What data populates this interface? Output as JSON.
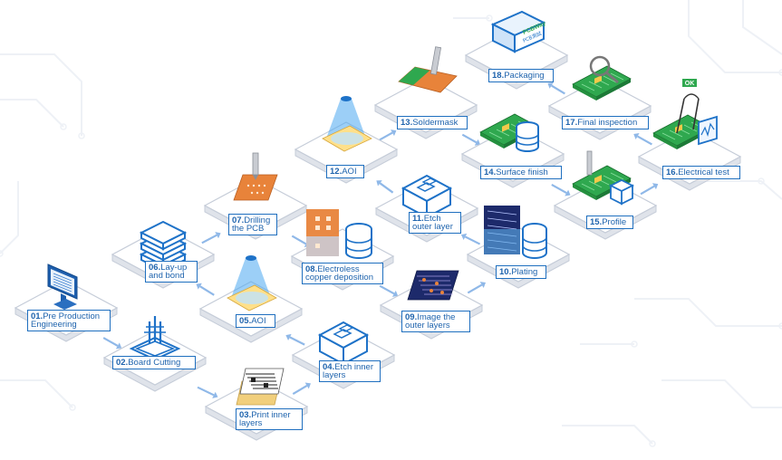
{
  "diagram": {
    "title": "PCB manufacturing process",
    "colors": {
      "tile_top": "#ffffff",
      "tile_side": "#dfe3ea",
      "tile_border": "#c5ccd8",
      "label_border": "#1f6fbf",
      "label_text": "#1e63ad",
      "arrow": "#8fb8e8",
      "board_green": "#2fa84f",
      "board_orange": "#e8833a",
      "board_navy": "#1d2a6b",
      "icon_blue": "#1e72c8"
    },
    "steps": [
      {
        "num": "01.",
        "lines": [
          "Pre Production",
          "Engineering"
        ],
        "icon": "monitor-icon"
      },
      {
        "num": "02.",
        "lines": [
          "Board Cutting"
        ],
        "icon": "board-cutting-icon"
      },
      {
        "num": "03.",
        "lines": [
          "Print inner",
          "layers"
        ],
        "icon": "inner-layer-print-icon"
      },
      {
        "num": "04.",
        "lines": [
          "Etch inner",
          "layers"
        ],
        "icon": "etch-box-icon"
      },
      {
        "num": "05.",
        "lines": [
          "AOI"
        ],
        "icon": "aoi-scanner-icon"
      },
      {
        "num": "06.",
        "lines": [
          "Lay-up",
          "and bond"
        ],
        "icon": "layer-stack-icon"
      },
      {
        "num": "07.",
        "lines": [
          "Drilling",
          "the PCB"
        ],
        "icon": "drill-icon"
      },
      {
        "num": "08.",
        "lines": [
          "Electroless",
          "copper deposition"
        ],
        "icon": "copper-tank-icon"
      },
      {
        "num": "09.",
        "lines": [
          "Image the",
          "outer layers"
        ],
        "icon": "outer-image-icon"
      },
      {
        "num": "10.",
        "lines": [
          "Plating"
        ],
        "icon": "plating-tank-icon"
      },
      {
        "num": "11.",
        "lines": [
          "Etch",
          "outer layer"
        ],
        "icon": "etch-box-icon"
      },
      {
        "num": "12.",
        "lines": [
          "AOI"
        ],
        "icon": "aoi-scanner-icon"
      },
      {
        "num": "13.",
        "lines": [
          "Soldermask"
        ],
        "icon": "soldermask-icon"
      },
      {
        "num": "14.",
        "lines": [
          "Surface finish"
        ],
        "icon": "surface-finish-icon"
      },
      {
        "num": "15.",
        "lines": [
          "Profile"
        ],
        "icon": "profile-router-icon"
      },
      {
        "num": "16.",
        "lines": [
          "Electrical test"
        ],
        "icon": "electrical-test-icon"
      },
      {
        "num": "17.",
        "lines": [
          "Final inspection"
        ],
        "icon": "magnifier-icon"
      },
      {
        "num": "18.",
        "lines": [
          "Packaging"
        ],
        "icon": "package-box-icon"
      }
    ],
    "badges": {
      "ok_text": "OK",
      "box_brand": "PCBWay",
      "box_sub": "PCB測試"
    }
  }
}
